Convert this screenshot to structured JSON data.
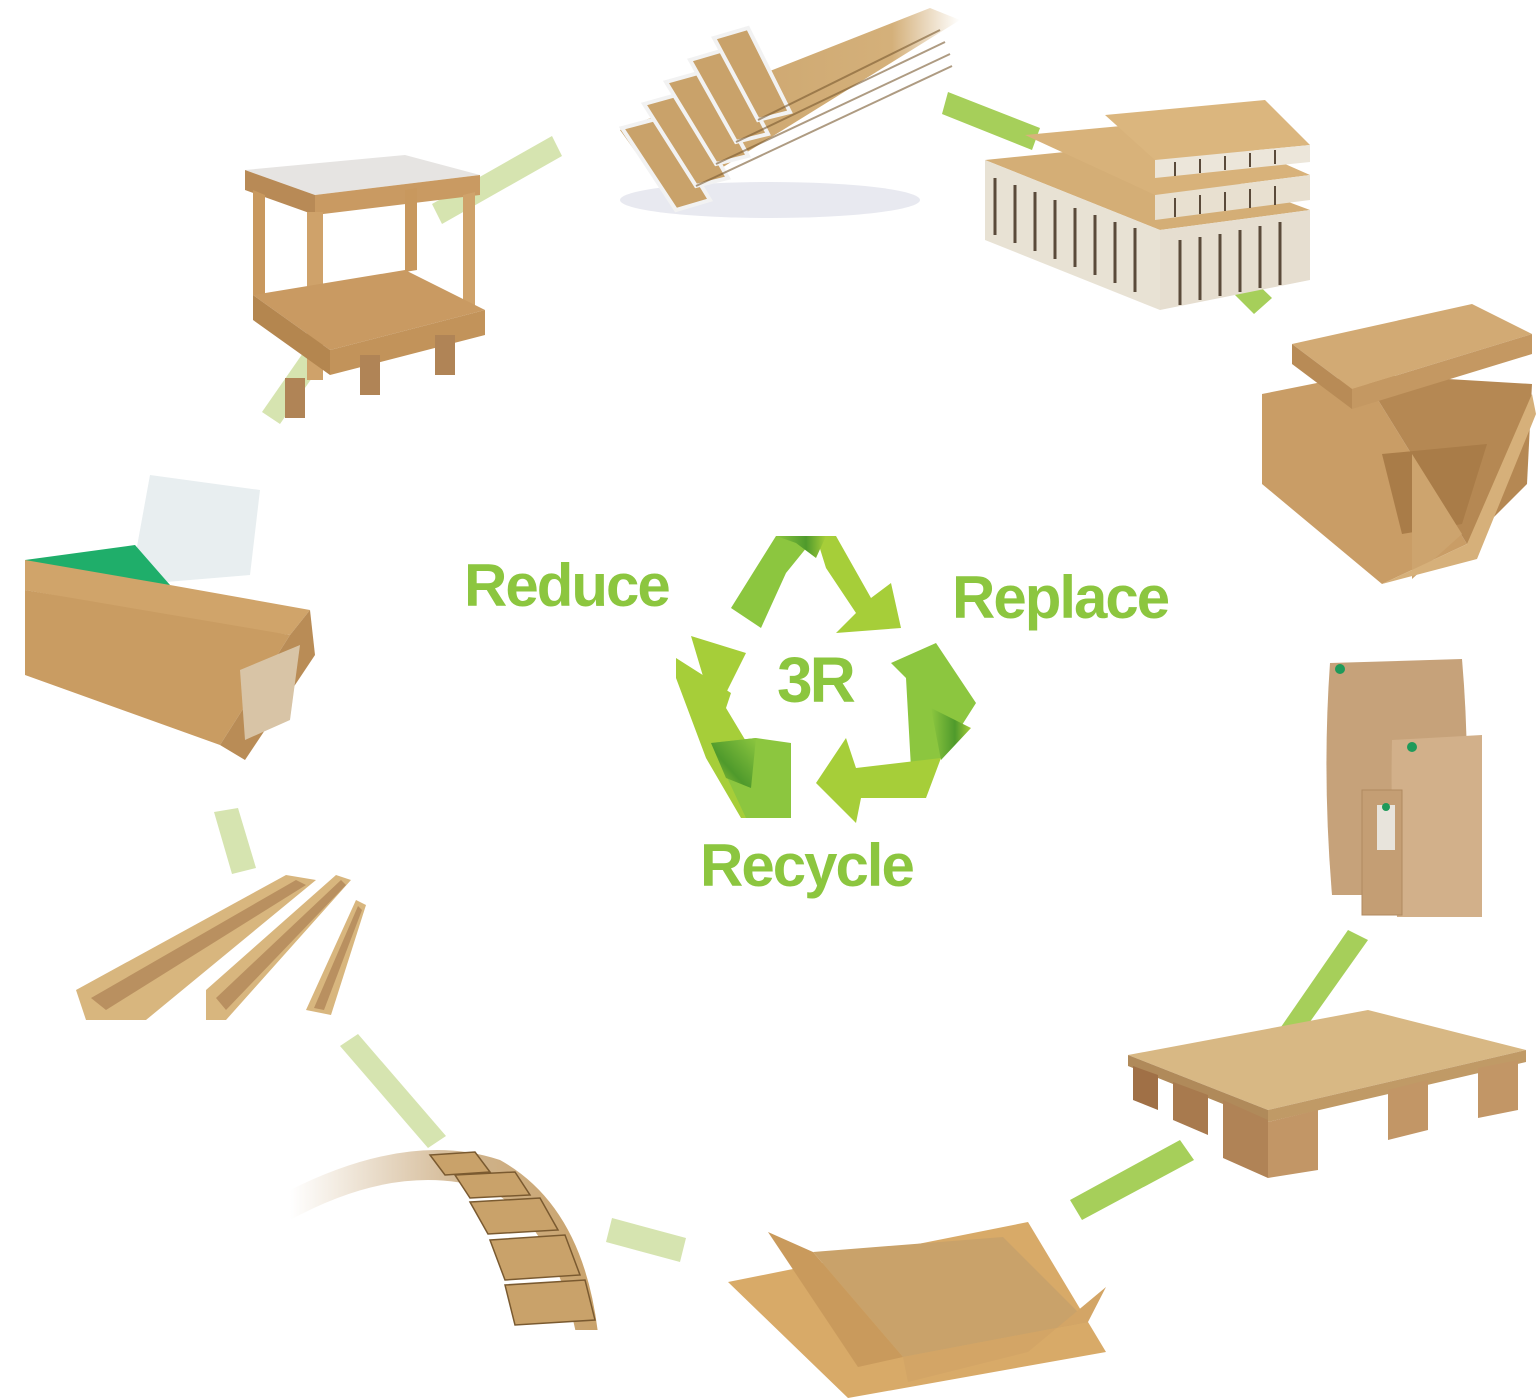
{
  "diagram": {
    "title": "3R",
    "concepts": [
      {
        "id": "reduce",
        "label": "Reduce"
      },
      {
        "id": "replace",
        "label": "Replace"
      },
      {
        "id": "recycle",
        "label": "Recycle"
      }
    ],
    "center_label": "3R",
    "icon": "recycle-icon",
    "products": [
      {
        "id": "edge-protectors-stack",
        "name": "Paper edge protectors (stacked)",
        "position": "top"
      },
      {
        "id": "honeycomb-panels",
        "name": "Honeycomb paper boards",
        "position": "top-right"
      },
      {
        "id": "honeycomb-box",
        "name": "Honeycomb paper box with lid",
        "position": "right"
      },
      {
        "id": "dunnage-air-bags",
        "name": "Kraft paper dunnage air bags",
        "position": "right-lower"
      },
      {
        "id": "honeycomb-pallet",
        "name": "Honeycomb paper pallet",
        "position": "bottom-right"
      },
      {
        "id": "slip-sheet",
        "name": "Paper slip sheet",
        "position": "bottom"
      },
      {
        "id": "flexible-edge-protector",
        "name": "Flexible curved edge protector",
        "position": "bottom-left"
      },
      {
        "id": "u-channel-profiles",
        "name": "Paper U-channel profiles",
        "position": "left-lower"
      },
      {
        "id": "paper-tube-adhesive",
        "name": "Square paper tube with adhesive strip",
        "position": "left"
      },
      {
        "id": "paper-pallet-frame",
        "name": "Paper pallet with frame",
        "position": "top-left"
      }
    ]
  },
  "colors": {
    "text_green": "#8cc63f",
    "logo_green_light": "#a6ce39",
    "logo_green_dark": "#4f9a2c",
    "arc_green_bright": "#a6cf5a",
    "arc_green_pale": "#d6e4b0",
    "kraft": "#c9a26a",
    "kraft_dark": "#a67c45",
    "kraft_light": "#dcbc88",
    "background": "#ffffff"
  }
}
